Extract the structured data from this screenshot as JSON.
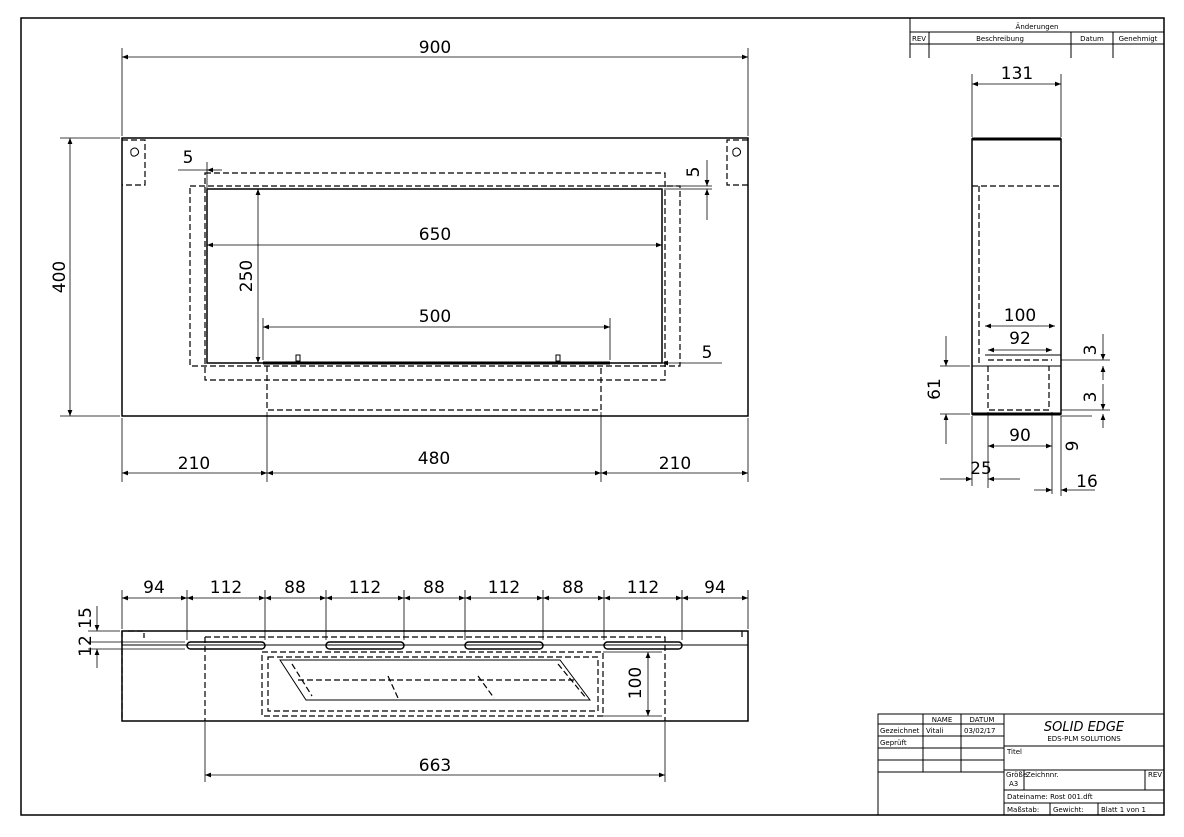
{
  "front_view": {
    "dims": {
      "overall_width": "900",
      "overall_height": "400",
      "offset_left": "5",
      "offset_top": "5",
      "opening_width": "650",
      "opening_height": "250",
      "burner_width": "500",
      "offset_bottom": "5",
      "margin_left": "210",
      "center_width": "480",
      "margin_right": "210"
    }
  },
  "side_view": {
    "dims": {
      "depth": "131",
      "inner_outer": "100",
      "inner": "92",
      "gap_top": "3",
      "box_height": "61",
      "gap_bottom": "3",
      "bottom_width": "90",
      "bottom_gap": "9",
      "left_offset": "25",
      "right_offset": "16"
    }
  },
  "top_view": {
    "dims": {
      "segments": [
        "94",
        "112",
        "88",
        "112",
        "88",
        "112",
        "88",
        "112",
        "94"
      ],
      "edge_15": "15",
      "edge_12": "12",
      "depth_100": "100",
      "width_663": "663"
    }
  },
  "revision_table": {
    "title": "Änderungen",
    "col_rev": "REV",
    "col_desc": "Beschreibung",
    "col_date": "Datum",
    "col_approved": "Genehmigt"
  },
  "title_block": {
    "col_name": "NAME",
    "col_date": "DATUM",
    "row_drawn": "Gezeichnet",
    "drawn_name": "Vitali",
    "drawn_date": "03/02/17",
    "row_checked": "Geprüft",
    "company": "SOLID EDGE",
    "company_sub": "EDS-PLM SOLUTIONS",
    "title_label": "Titel",
    "size_label": "Größe",
    "size_value": "A3",
    "drawing_no_label": "Zeichnnr.",
    "rev_label": "REV",
    "file_label": "Dateiname: Rost 001.dft",
    "scale_label": "Maßstab:",
    "weight_label": "Gewicht:",
    "sheet_label": "Blatt 1 von 1"
  }
}
